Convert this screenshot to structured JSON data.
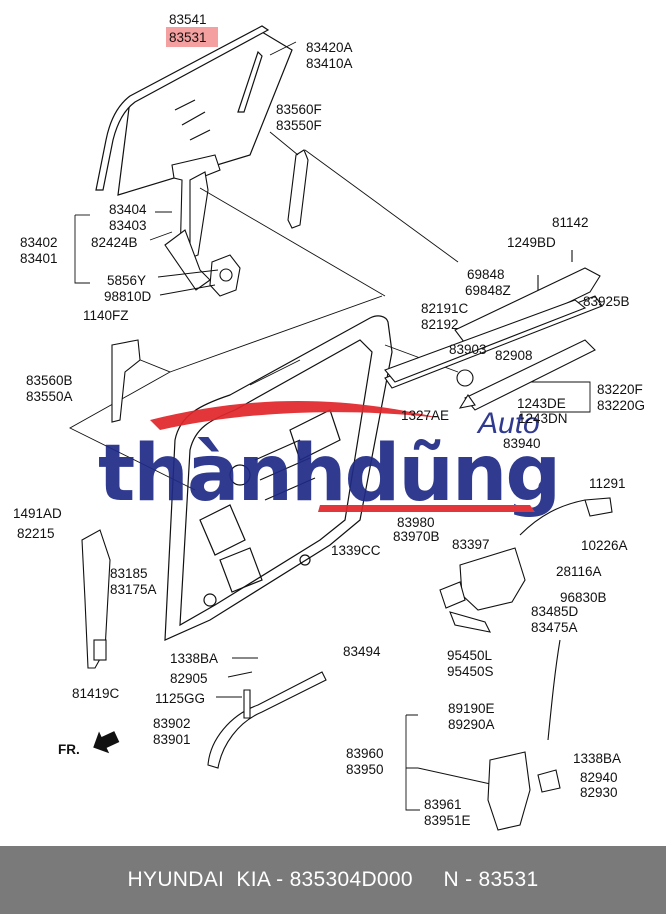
{
  "highlight_color": "#f4a0a0",
  "labels": {
    "l_83541": "83541",
    "l_83531": "83531",
    "l_83420A": "83420A",
    "l_83410A": "83410A",
    "l_83560F": "83560F",
    "l_83550F": "83550F",
    "l_83404": "83404",
    "l_83403": "83403",
    "l_83402": "83402",
    "l_83401": "83401",
    "l_82424B": "82424B",
    "l_5856Y": "5856Y",
    "l_98810D": "98810D",
    "l_81142": "81142",
    "l_1249BD": "1249BD",
    "l_69848": "69848",
    "l_69848Z": "69848Z",
    "l_83925B": "83925B",
    "l_1140FZ": "1140FZ",
    "l_82191C": "82191C",
    "l_82192": "82192",
    "l_83903": "83903",
    "l_82908": "82908",
    "l_83560B": "83560B",
    "l_83550A": "83550A",
    "l_83220F": "83220F",
    "l_83220G": "83220G",
    "l_1243DE": "1243DE",
    "l_1243DN": "1243DN",
    "l_1327AE": "1327AE",
    "l_83940": "83940",
    "l_1491AD": "1491AD",
    "l_82215": "82215",
    "l_11291": "11291",
    "l_83980": "83980",
    "l_83970B": "83970B",
    "l_83397": "83397",
    "l_1339CC": "1339CC",
    "l_10226A": "10226A",
    "l_83185": "83185",
    "l_83175A": "83175A",
    "l_28116A": "28116A",
    "l_96830B": "96830B",
    "l_83485D": "83485D",
    "l_83475A": "83475A",
    "l_1338BA_a": "1338BA",
    "l_83494": "83494",
    "l_82905": "82905",
    "l_1125GG": "1125GG",
    "l_95450L": "95450L",
    "l_95450S": "95450S",
    "l_81419C": "81419C",
    "l_83902": "83902",
    "l_83901": "83901",
    "l_89190E": "89190E",
    "l_89290A": "89290A",
    "l_fr": "FR.",
    "l_83960": "83960",
    "l_83950": "83950",
    "l_1338BA_b": "1338BA",
    "l_82940": "82940",
    "l_82930": "82930",
    "l_83961": "83961",
    "l_83951E": "83951E"
  },
  "watermark": {
    "brand": "thànhdũng",
    "auto": "Auto",
    "registered": "®",
    "color_dark": "#1f2a86",
    "color_red": "#e0262a"
  },
  "footer": {
    "text": "HYUNDAI  KIA - 835304D000     N - 83531"
  }
}
